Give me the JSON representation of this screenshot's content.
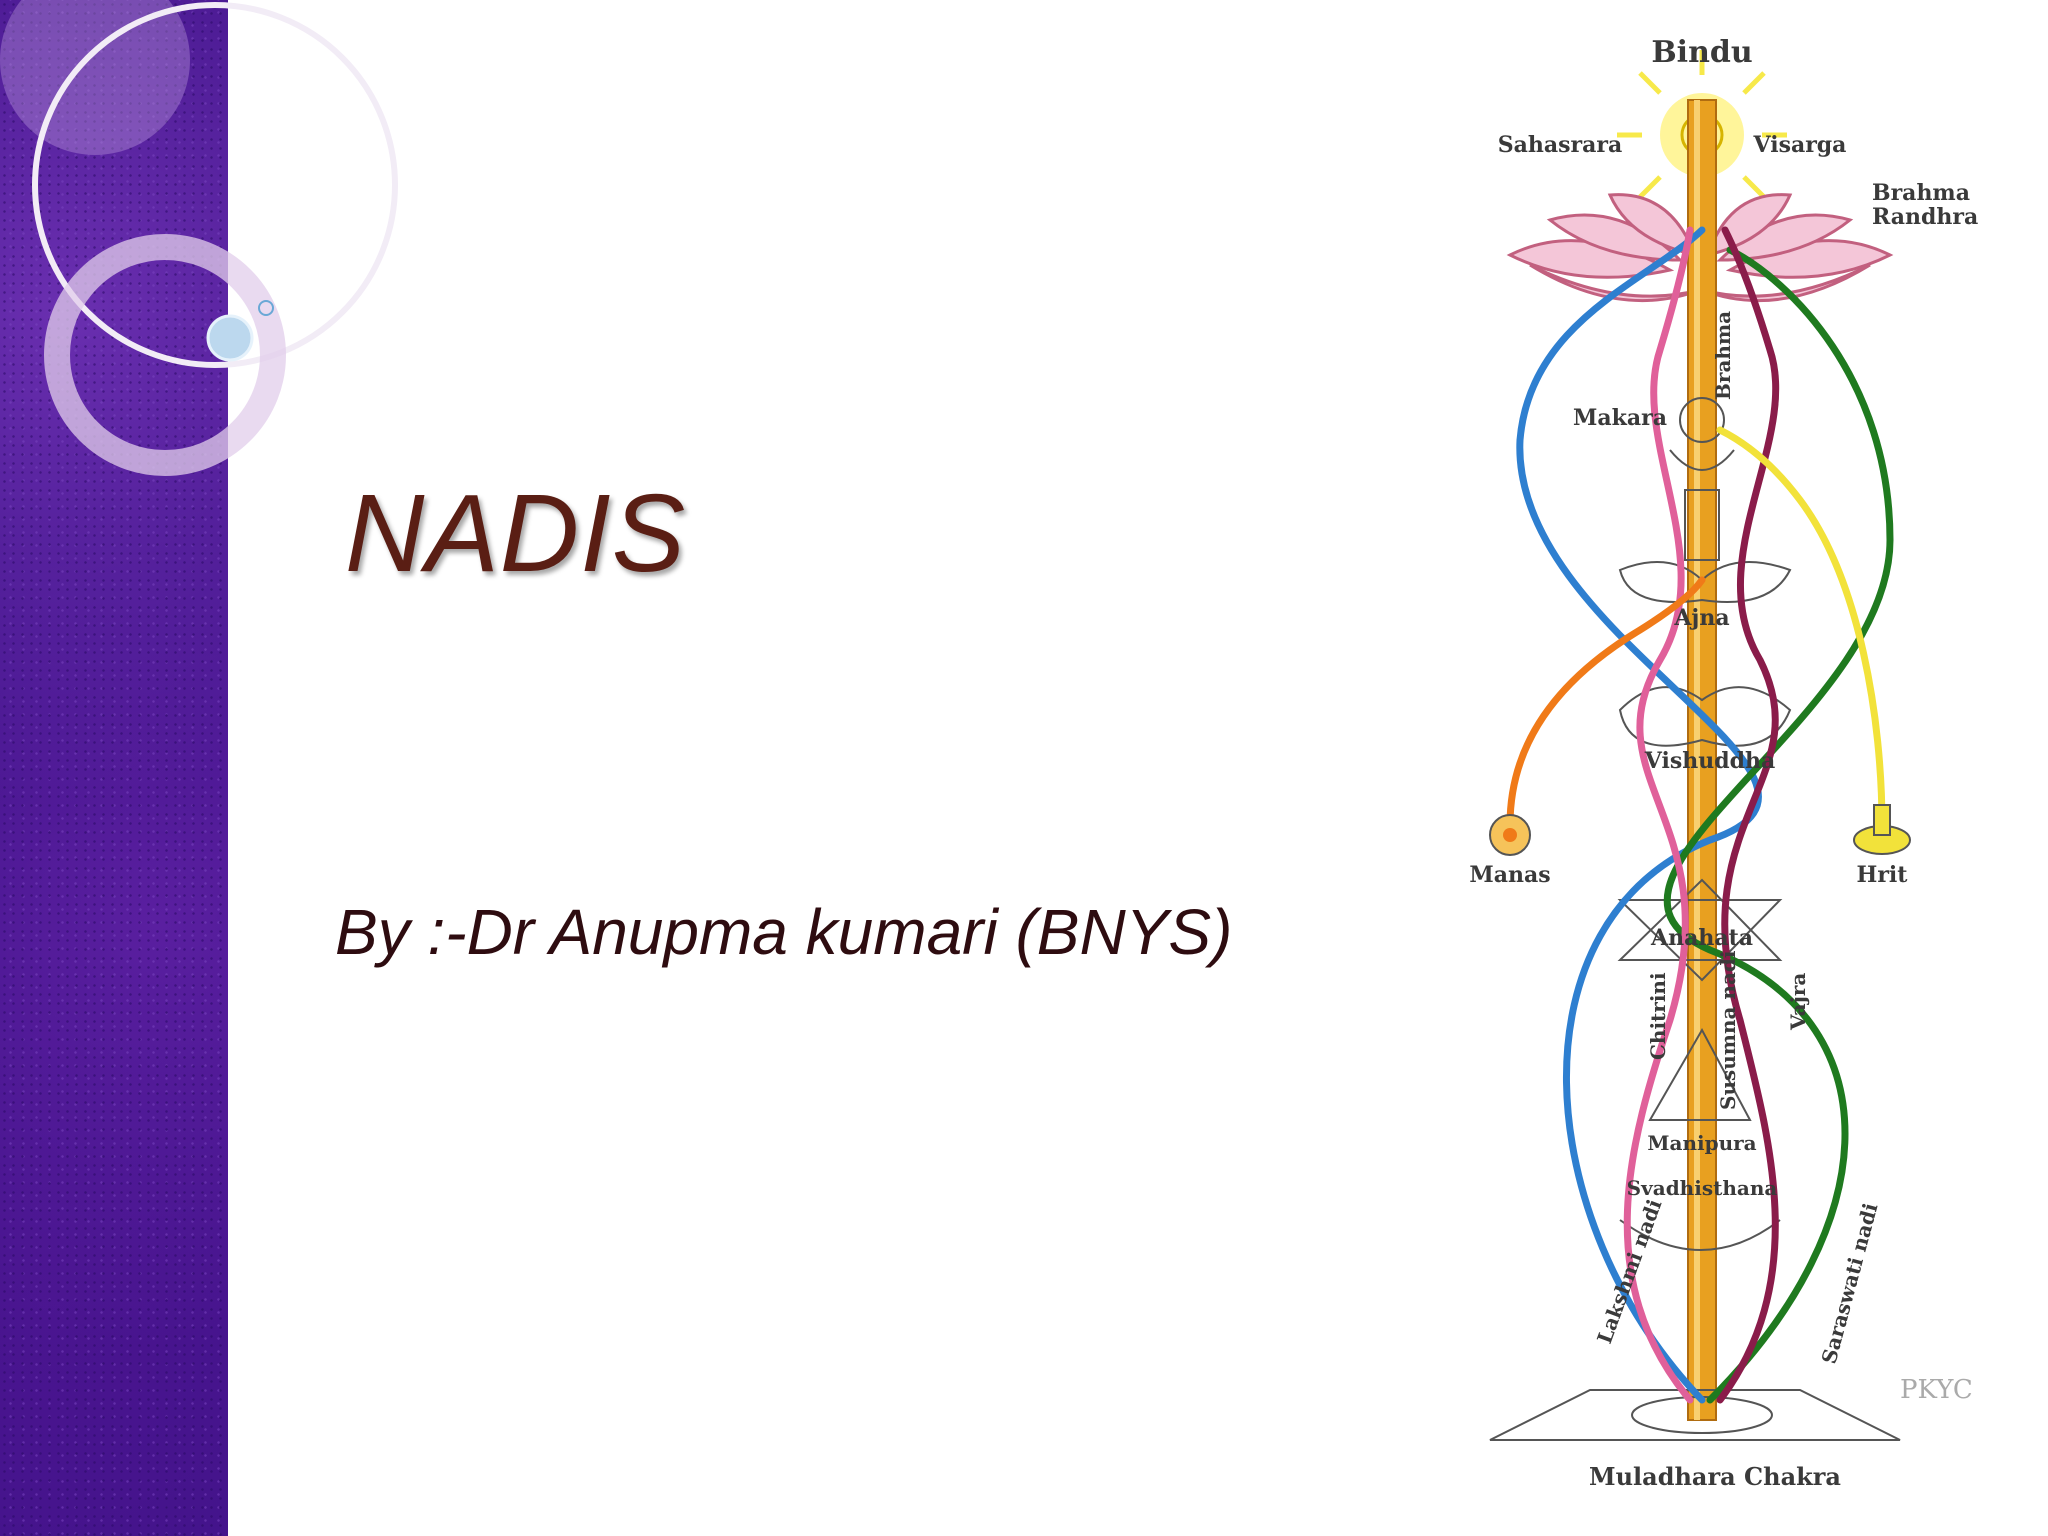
{
  "slide": {
    "title": "NADIS",
    "subtitle": "By :-Dr Anupma kumari (BNYS)"
  },
  "diagram": {
    "labels": {
      "bindu": "Bindu",
      "sahasrara": "Sahasrara",
      "visarga": "Visarga",
      "brahma_randhra_1": "Brahma",
      "brahma_randhra_2": "Randhra",
      "brahma": "Brahma",
      "makara": "Makara",
      "ajna": "Ajna",
      "vishuddha": "Vishuddha",
      "manas": "Manas",
      "hrit": "Hrit",
      "anahata": "Anahata",
      "chitrini": "Chitrini",
      "susumna": "Susumna nadi",
      "vajra": "Vajra",
      "manipura": "Manipura",
      "svadhisthana": "Svadhisthana",
      "lakshmi": "Lakshmi nadi",
      "saraswati": "Saraswati nadi",
      "pkyc": "PKYC",
      "muladhara": "Muladhara Chakra"
    },
    "colors": {
      "ida": "#e0609a",
      "pingala": "#8a1c4a",
      "lakshmi": "#2e7fd0",
      "saraswati": "#1f7a1f",
      "manas": "#f07a18",
      "hrit": "#f2e23a",
      "sushumna": "#e8a020"
    }
  }
}
